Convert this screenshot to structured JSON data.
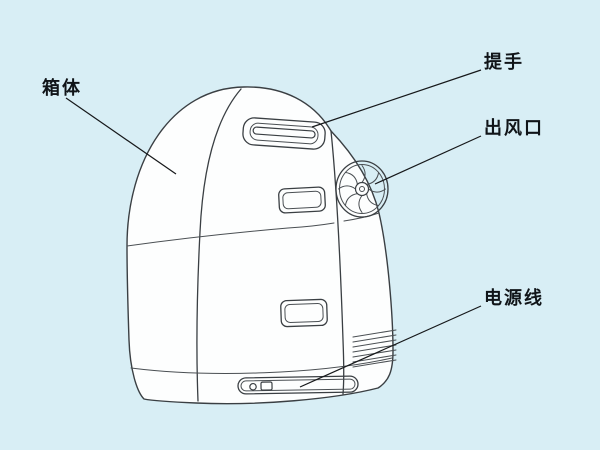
{
  "labels": {
    "box_body": "箱体",
    "handle": "提手",
    "air_outlet": "出风口",
    "power_cord": "电源线"
  },
  "colors": {
    "background": "#d8eef5",
    "drawing_line": "#3a3f43",
    "device_fill": "#fdfefe",
    "label_text": "#101418",
    "leader_line": "#16181a"
  }
}
